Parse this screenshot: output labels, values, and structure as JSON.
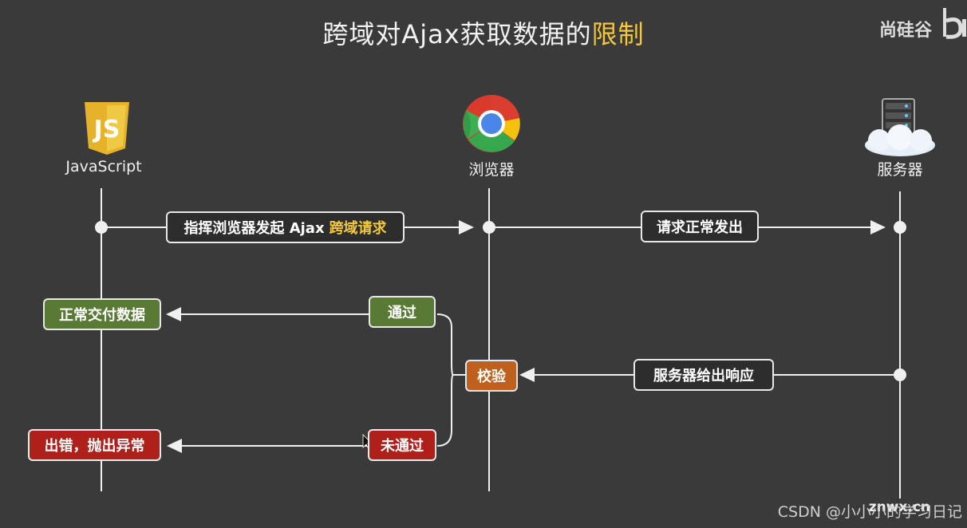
{
  "title": {
    "main": "跨域对Ajax获取数据的",
    "highlight": "限制"
  },
  "brand": "尚硅谷",
  "actors": {
    "javascript": {
      "label": "JavaScript",
      "icon": "javascript-logo-icon"
    },
    "browser": {
      "label": "浏览器",
      "icon": "chrome-icon"
    },
    "server": {
      "label": "服务器",
      "icon": "server-cloud-icon"
    }
  },
  "messages": {
    "ajax_request": {
      "text": "指挥浏览器发起 Ajax",
      "highlight": "跨域请求"
    },
    "request_sent": "请求正常发出",
    "server_response": "服务器给出响应",
    "check": "校验",
    "pass": "通过",
    "fail": "未通过",
    "deliver": "正常交付数据",
    "error": "出错，抛出异常"
  },
  "watermark": {
    "site": "znwx.cn",
    "csdn": "CSDN @小小小的学习日记"
  },
  "colors": {
    "background": "#3a3a3a",
    "highlight": "#f3c93a",
    "pass_green": "#587a35",
    "fail_red": "#b0201a",
    "check_orange": "#c0601e"
  }
}
